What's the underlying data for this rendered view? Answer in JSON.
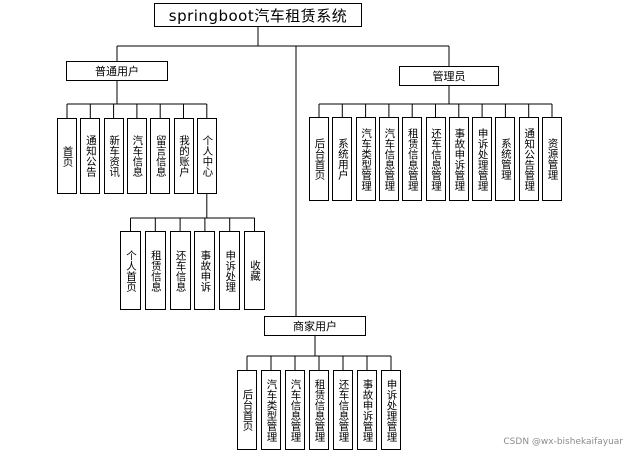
{
  "root": {
    "label": "springboot汽车租赁系统"
  },
  "user": {
    "label": "普通用户",
    "children": [
      "首页",
      "通知公告",
      "新车资讯",
      "汽车信息",
      "留言信息",
      "我的账户",
      "个人中心"
    ]
  },
  "personal": {
    "children": [
      "个人首页",
      "租赁信息",
      "还车信息",
      "事故申诉",
      "申诉处理",
      "收藏"
    ]
  },
  "admin": {
    "label": "管理员",
    "children": [
      "后台首页",
      "系统用户",
      "汽车类型管理",
      "汽车信息管理",
      "租赁信息管理",
      "还车信息管理",
      "事故申诉管理",
      "申诉处理管理",
      "系统管理",
      "通知公告管理",
      "资源管理"
    ]
  },
  "merchant": {
    "label": "商家用户",
    "children": [
      "后台首页",
      "汽车类型管理",
      "汽车信息管理",
      "租赁信息管理",
      "还车信息管理",
      "事故申诉管理",
      "申诉处理管理"
    ]
  },
  "watermark": "CSDN @wx-bishekaifayuar"
}
